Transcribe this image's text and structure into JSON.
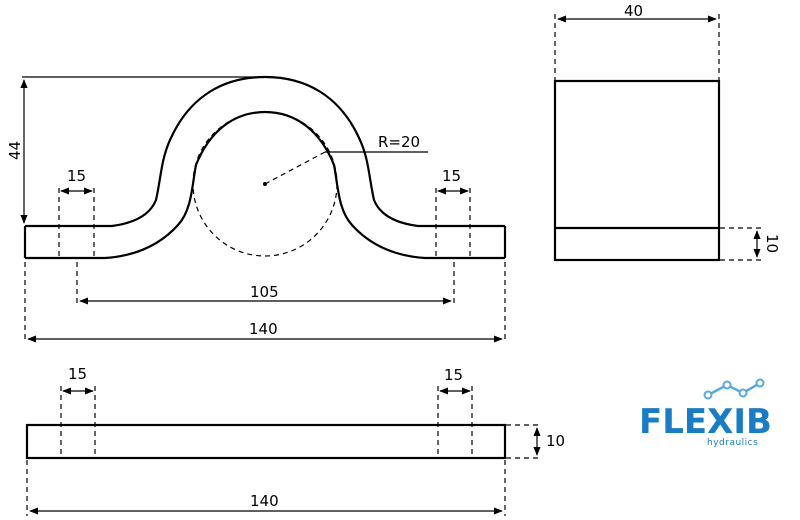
{
  "dimensions": {
    "front_height": "44",
    "front_left_slot": "15",
    "front_right_slot": "15",
    "radius": "R=20",
    "front_hole_spacing": "105",
    "front_length": "140",
    "side_width": "40",
    "side_thickness": "10",
    "bottom_left_slot": "15",
    "bottom_right_slot": "15",
    "bottom_thickness": "10",
    "bottom_length": "140"
  },
  "logo": {
    "name": "FLEXIB",
    "tagline": "hydraulics",
    "color": "#1a7cc2",
    "accent_color": "#5aa9dd"
  },
  "colors": {
    "line": "#000000",
    "background": "#ffffff"
  }
}
